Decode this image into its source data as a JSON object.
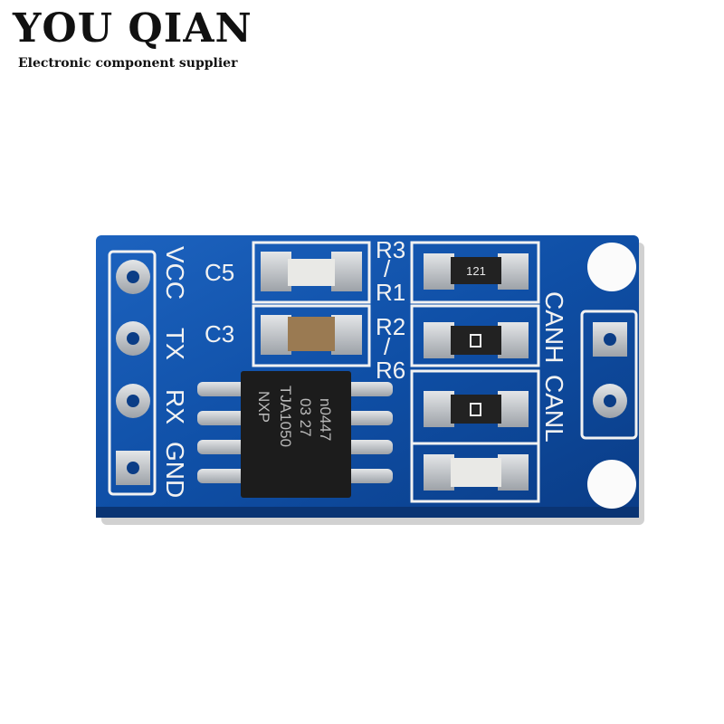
{
  "header": {
    "brand_name": "YOU QIAN",
    "tagline": "Electronic component supplier"
  },
  "board": {
    "pin_labels_left": [
      "VCC",
      "TX",
      "RX",
      "GND"
    ],
    "pin_labels_right": [
      "CANH",
      "CANL"
    ],
    "component_labels": [
      "C5",
      "C3",
      "R3",
      "/",
      "R1",
      "R2",
      "/",
      "R6"
    ],
    "chip_text": [
      "NXP",
      "TJA1050",
      "03 27",
      "n0447"
    ],
    "resistor_marking": "121",
    "colors": {
      "pcb": "#0f4fa6",
      "silkscreen": "#f2f2f2",
      "pad": "#c9ccd0",
      "chip": "#1c1c1c"
    }
  }
}
